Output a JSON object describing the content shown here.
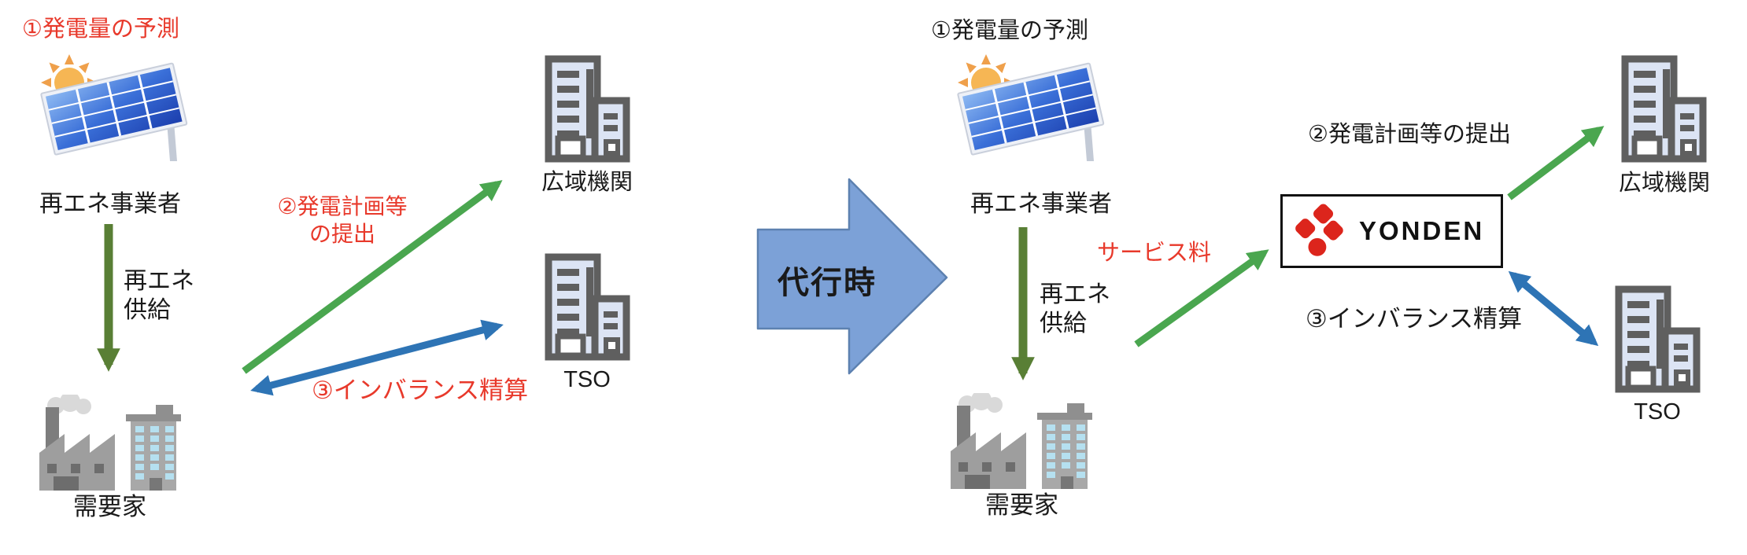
{
  "colors": {
    "red_text": "#e8392b",
    "black_text": "#1a1a1a",
    "green_arrow": "#4aa64f",
    "dark_green_arrow": "#597f35",
    "blue_arrow": "#2e74b5",
    "transition_arrow_fill": "#7ca1d7",
    "transition_arrow_border": "#5d81b0",
    "building_outline": "#5f5f5f",
    "building_fill": "#dce4f4",
    "yonden_red": "#dc251c"
  },
  "icons": {
    "sun-icon": "orange circle with triangular rays",
    "solar-panel-icon": "tilted blue photovoltaic grid panel",
    "factory-icon": "gray factory with chimney and smoke",
    "office-building-icon": "gray tower with light-blue windows",
    "building-icon": "dark-outlined tall building with small annex",
    "yonden-logo-icon": "red pinwheel petals with red circle"
  },
  "left_diagram": {
    "step1": "①発電量の予測",
    "producer": "再エネ事業者",
    "supply_line1": "再エネ",
    "supply_line2": "供給",
    "consumer": "需要家",
    "step2_line1": "②発電計画等",
    "step2_line2": "の提出",
    "step3": "③インバランス精算",
    "okio": "広域機関",
    "tso": "TSO"
  },
  "transition_arrow": {
    "label": "代行時"
  },
  "right_diagram": {
    "step1": "①発電量の予測",
    "producer": "再エネ事業者",
    "supply_line1": "再エネ",
    "supply_line2": "供給",
    "service_fee": "サービス料",
    "consumer": "需要家",
    "agent_logo_text": "YONDEN",
    "step2": "②発電計画等の提出",
    "step3": "③インバランス精算",
    "okio": "広域機関",
    "tso": "TSO"
  }
}
